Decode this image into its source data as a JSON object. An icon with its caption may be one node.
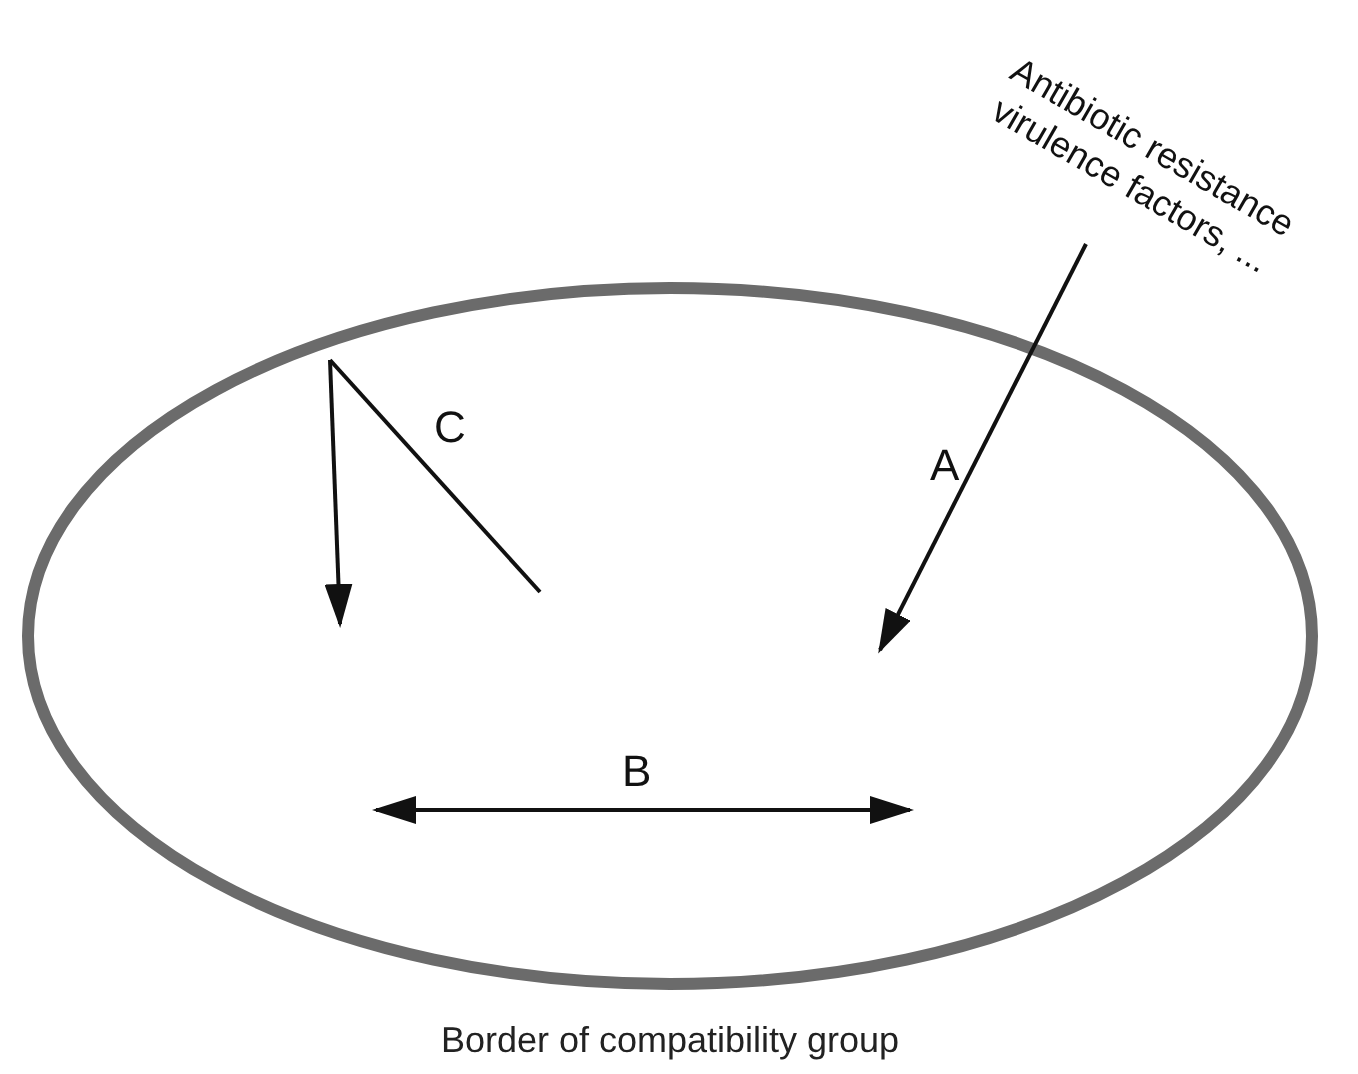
{
  "diagram": {
    "nodes": [
      {
        "text": [
          "Border of compatibility group"
        ]
      },
      {
        "text": [
          "Antibiotic resistance virulence factors, ..."
        ]
      }
    ],
    "edges": [
      {
        "from": 1,
        "to": 0,
        "arrow": "to",
        "label": "A"
      }
    ],
    "labels": [
      "C",
      "B"
    ]
  }
}
